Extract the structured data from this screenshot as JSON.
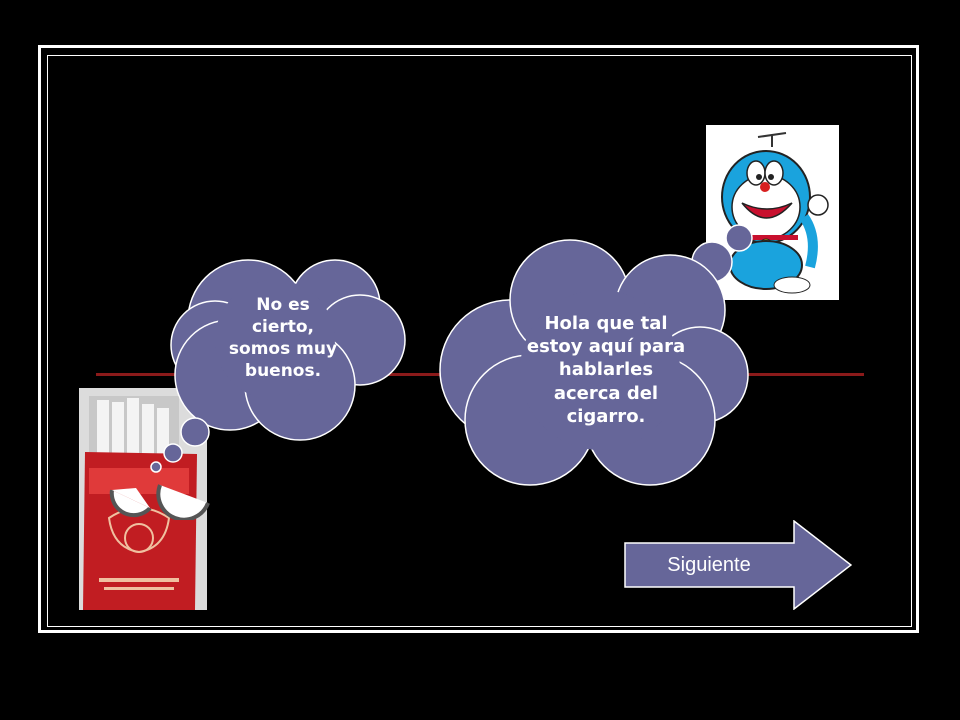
{
  "slide": {
    "thought_left": [
      "No es",
      "cierto,",
      "somos muy",
      "buenos."
    ],
    "thought_right": [
      "Hola que tal",
      "estoy aquí para",
      "hablarles",
      "acerca del",
      "cigarro."
    ],
    "next_button_label": "Siguiente"
  },
  "colors": {
    "background": "#000000",
    "frame": "#ffffff",
    "divider": "#8b1a1a",
    "bubble_fill": "#666699",
    "bubble_stroke": "#ffffff",
    "button_fill": "#666699"
  },
  "icons": {
    "cigarette_pack": "cigarette-pack-image",
    "doraemon": "doraemon-image"
  }
}
